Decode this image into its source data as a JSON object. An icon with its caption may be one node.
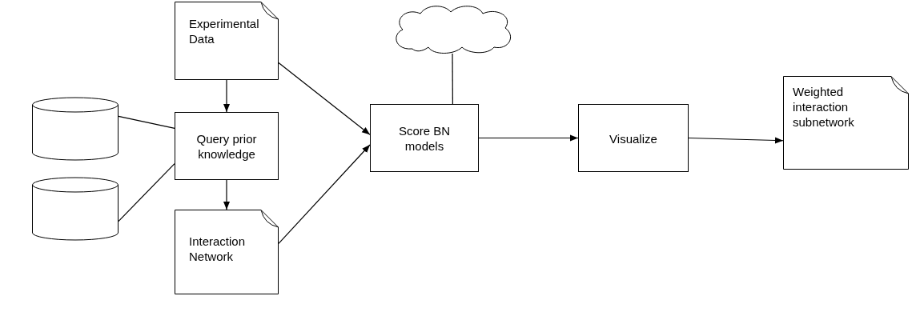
{
  "diagram": {
    "nodes": [
      {
        "text": [
          "Experimental Data"
        ]
      },
      {
        "text": [],
        "shape": "cloud"
      },
      {
        "text": [],
        "shape": "cylinder"
      },
      {
        "text": [],
        "shape": "cylinder"
      },
      {
        "text": [
          "Query prior knowledge"
        ]
      },
      {
        "text": [
          "Interaction Network"
        ]
      },
      {
        "text": [
          "Score BN models"
        ]
      },
      {
        "text": [
          "Visualize"
        ]
      },
      {
        "text": [
          "Weighted interaction subnetwork"
        ]
      }
    ],
    "edges": [
      {
        "from": 0,
        "to": 4,
        "arrow": "to"
      },
      {
        "from": 2,
        "to": 4,
        "arrow": "none"
      },
      {
        "from": 3,
        "to": 4,
        "arrow": "none"
      },
      {
        "from": 4,
        "to": 5,
        "arrow": "to"
      },
      {
        "from": 0,
        "to": 6,
        "arrow": "to"
      },
      {
        "from": 5,
        "to": 6,
        "arrow": "to"
      },
      {
        "from": 1,
        "to": 6,
        "arrow": "none"
      },
      {
        "from": 6,
        "to": 7,
        "arrow": "to"
      },
      {
        "from": 7,
        "to": 8,
        "arrow": "to"
      }
    ]
  }
}
